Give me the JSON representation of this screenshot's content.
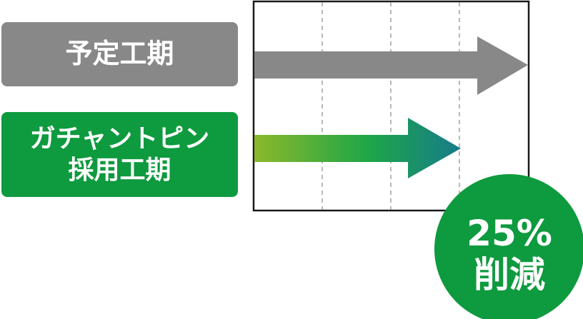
{
  "labels": {
    "planned": {
      "text": "予定工期",
      "color": "#888888"
    },
    "gachant": {
      "line1": "ガチャントピン",
      "line2": "採用工期",
      "color": "#0e9a3e"
    }
  },
  "arrows": {
    "planned": {
      "color": "#888888"
    },
    "gachant": {
      "gradient_start": "#8cb82a",
      "gradient_mid": "#1ea648",
      "gradient_end": "#167c8a"
    }
  },
  "badge": {
    "percent": "25%",
    "word": "削減",
    "color": "#0e9a3e"
  },
  "grid": {
    "columns": 4,
    "border_color": "#1a1a1a",
    "divider_color": "#999999"
  }
}
